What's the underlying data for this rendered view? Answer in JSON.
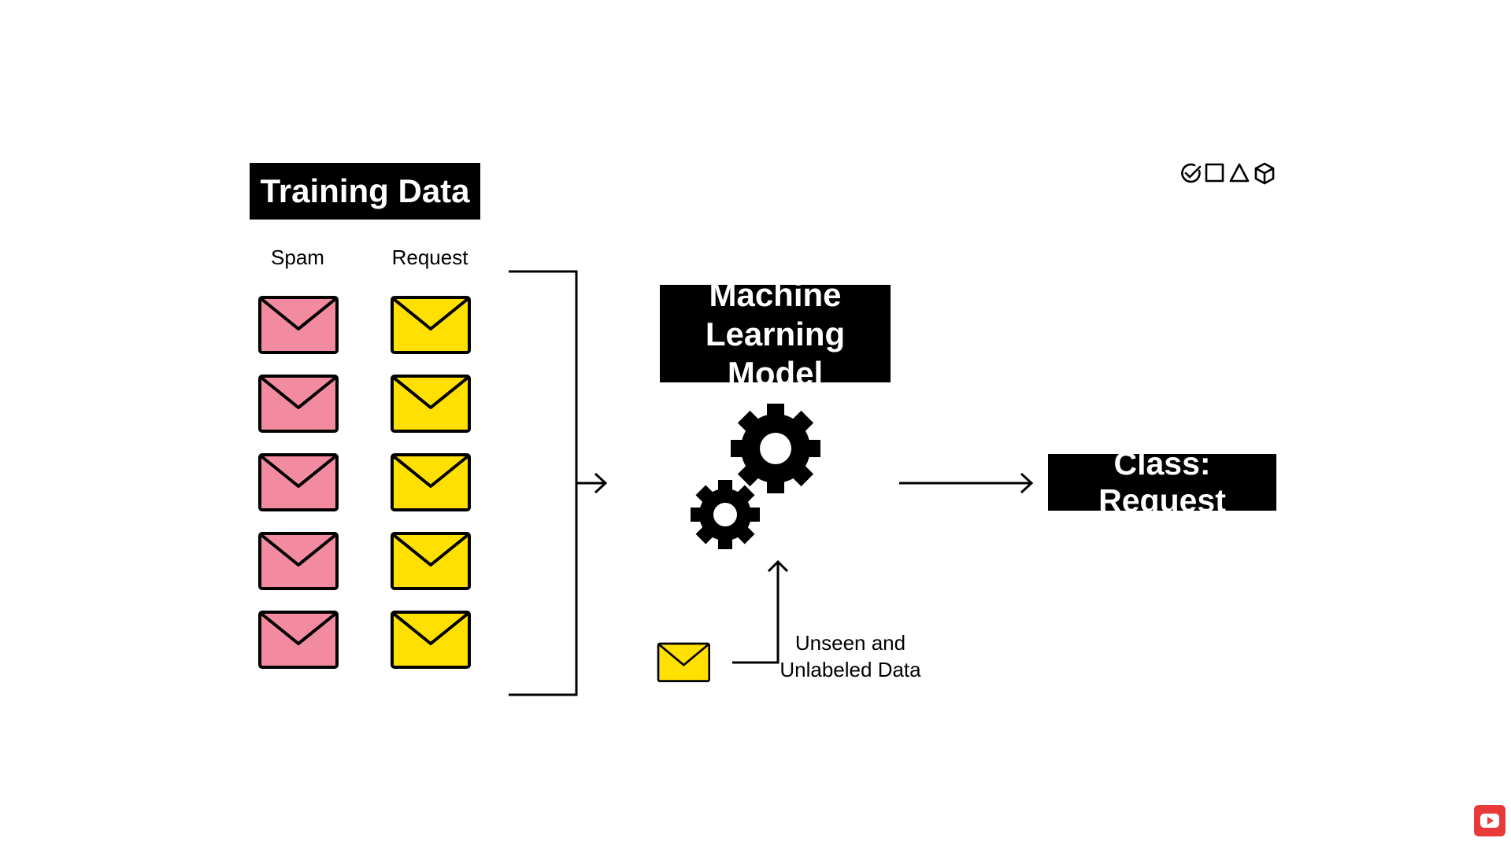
{
  "training": {
    "title": "Training Data",
    "columns": [
      "Spam",
      "Request"
    ],
    "spam_count": 5,
    "request_count": 5
  },
  "model": {
    "title_line1": "Machine",
    "title_line2": "Learning Model"
  },
  "input": {
    "line1": "Unseen and",
    "line2": "Unlabeled Data"
  },
  "output": {
    "label": "Class: Request"
  },
  "colors": {
    "spam": "#f28ba0",
    "request": "#ffe000",
    "box": "#000000",
    "badge": "#e93a3a"
  },
  "icons": [
    "check-circle-icon",
    "square-icon",
    "triangle-icon",
    "cube-icon",
    "youtube-subscribe-icon"
  ]
}
